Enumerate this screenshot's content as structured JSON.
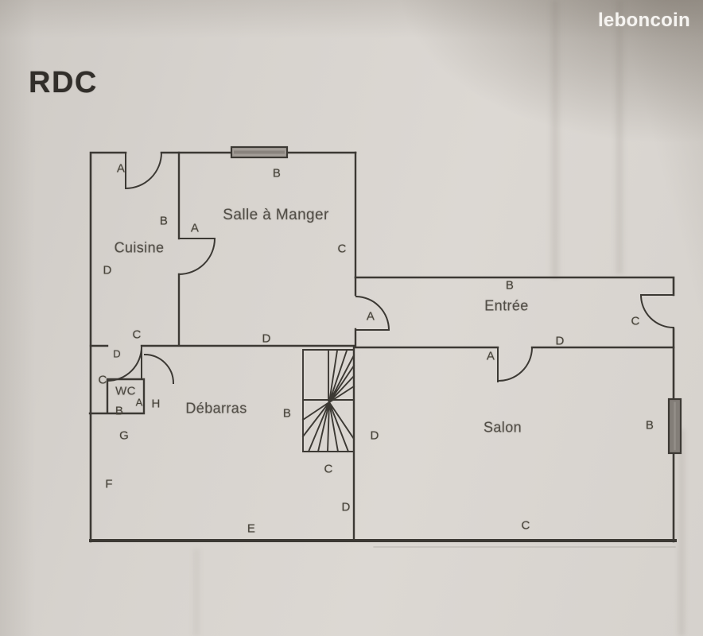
{
  "brand": {
    "logo_text": "leboncoin"
  },
  "plan": {
    "floor_label": "RDC",
    "rooms": [
      {
        "name": "Cuisine"
      },
      {
        "name": "Salle à Manger"
      },
      {
        "name": "Entrée"
      },
      {
        "name": "WC"
      },
      {
        "name": "Débarras"
      },
      {
        "name": "Salon"
      }
    ],
    "wall_labels": [
      {
        "text": "A"
      },
      {
        "text": "B"
      },
      {
        "text": "A"
      },
      {
        "text": "D"
      },
      {
        "text": "C"
      },
      {
        "text": "B"
      },
      {
        "text": "C"
      },
      {
        "text": "D"
      },
      {
        "text": "B"
      },
      {
        "text": "A"
      },
      {
        "text": "C"
      },
      {
        "text": "D"
      },
      {
        "text": "A"
      },
      {
        "text": "D"
      },
      {
        "text": "B"
      },
      {
        "text": "C"
      },
      {
        "text": "D"
      },
      {
        "text": "C"
      },
      {
        "text": "A"
      },
      {
        "text": "H"
      },
      {
        "text": "B"
      },
      {
        "text": "G"
      },
      {
        "text": "B"
      },
      {
        "text": "C"
      },
      {
        "text": "D"
      },
      {
        "text": "F"
      },
      {
        "text": "E"
      }
    ]
  },
  "colors": {
    "paper": "#d7d3ce",
    "ink": "#3c3934",
    "label_ink": "#474339",
    "logo": "#f6f4f1",
    "window_fill_top": "#a39d97",
    "window_fill_right": "#837e78"
  }
}
